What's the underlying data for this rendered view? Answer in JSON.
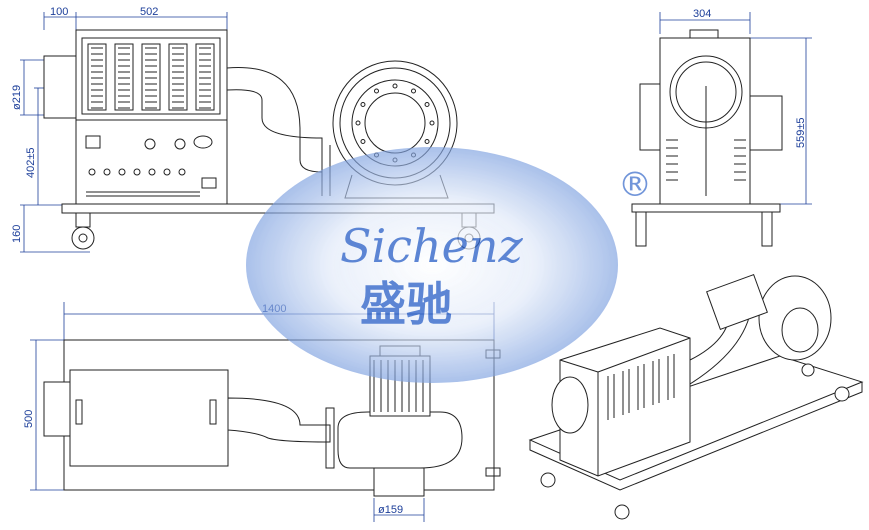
{
  "dimensions": {
    "front_width_left": "100",
    "front_width_main": "502",
    "front_duct_dia": "ø219",
    "front_height_outlet": "402±5",
    "front_base_height": "160",
    "side_width": "304",
    "side_height": "559±5",
    "top_length": "1400",
    "top_depth": "500",
    "top_outlet_dia": "ø159"
  },
  "watermark": {
    "brand_latin": "Sichenz",
    "brand_cn": "盛驰",
    "registered": "®"
  },
  "colors": {
    "dimension_blue": "#1d3f9a",
    "watermark_blue": "#2f64c8",
    "line_black": "#222222"
  }
}
